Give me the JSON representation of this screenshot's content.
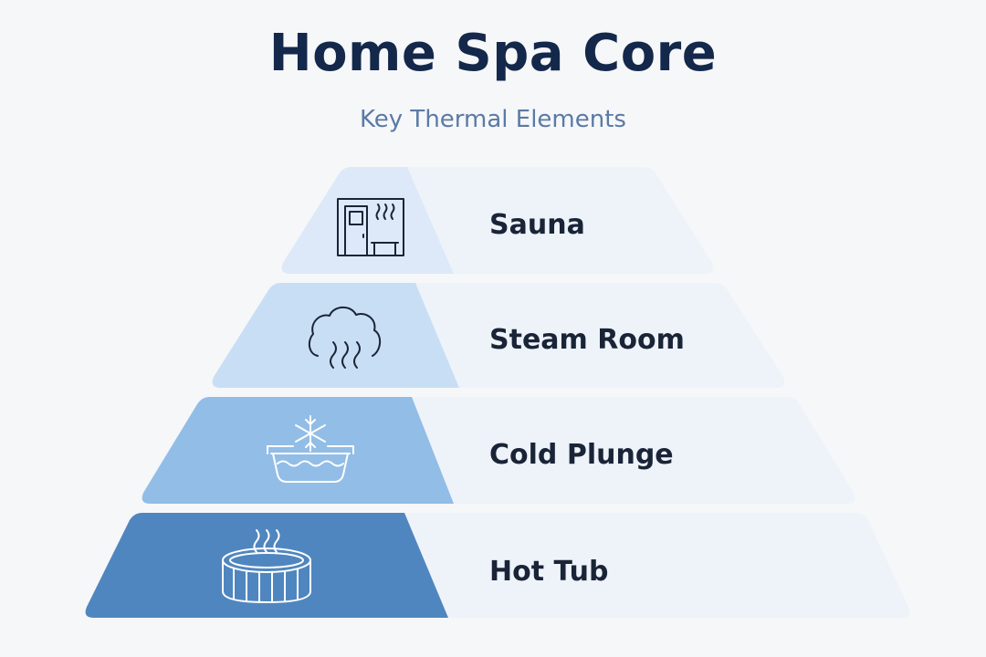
{
  "header": {
    "title": "Home Spa Core",
    "subtitle": "Key Thermal Elements"
  },
  "tiers": [
    {
      "label": "Sauna",
      "icon": "sauna-icon",
      "accent": "#dde9f8"
    },
    {
      "label": "Steam Room",
      "icon": "steam-cloud-icon",
      "accent": "#c8def5"
    },
    {
      "label": "Cold Plunge",
      "icon": "cold-plunge-icon",
      "accent": "#92bde6"
    },
    {
      "label": "Hot Tub",
      "icon": "hot-tub-icon",
      "accent": "#4f86bf"
    }
  ],
  "colors": {
    "panel": "#eef3fa",
    "title": "#13284a",
    "subtitle": "#5b7aa6",
    "icon_stroke": "#1a2437",
    "icon_stroke_on_dark": "#ffffff"
  }
}
